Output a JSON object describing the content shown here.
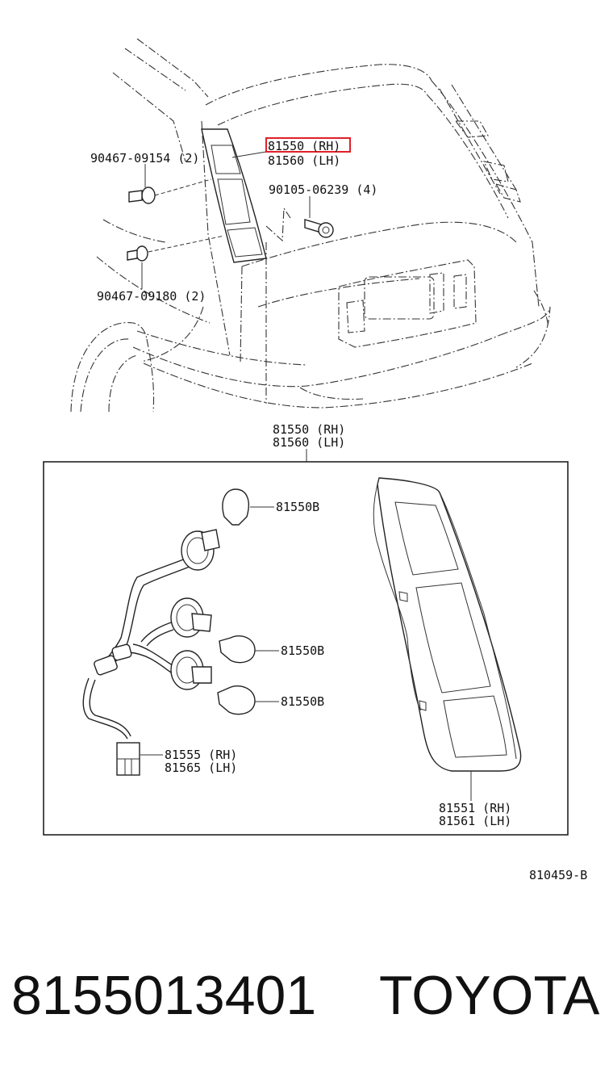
{
  "callouts": {
    "assy_rh": "81550 (RH)",
    "assy_lh": "81560 (LH)",
    "clip_upper": "90467-09154 (2)",
    "clip_lower": "90467-09180 (2)",
    "screw": "90105-06239 (4)",
    "box_title_rh": "81550 (RH)",
    "box_title_lh": "81560 (LH)",
    "bulb_1": "81550B",
    "bulb_2": "81550B",
    "bulb_3": "81550B",
    "socket_rh": "81555 (RH)",
    "socket_lh": "81565 (LH)",
    "lens_rh": "81551 (RH)",
    "lens_lh": "81561 (LH)"
  },
  "figure_code": "810459-B",
  "footer": {
    "part_number": "8155013401",
    "brand": "TOYOTA"
  },
  "colors": {
    "highlight": "#e0202a",
    "ink": "#111111",
    "background": "#ffffff"
  }
}
